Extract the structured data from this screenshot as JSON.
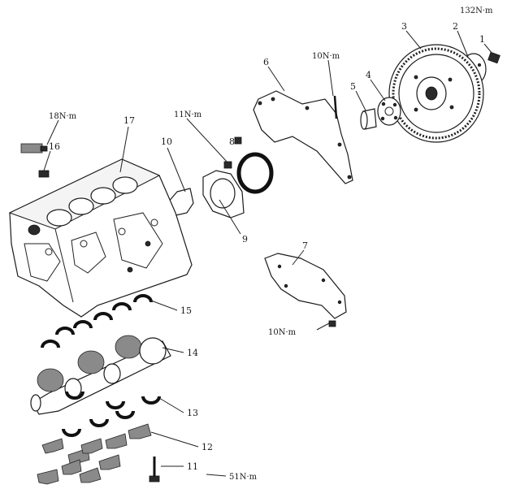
{
  "callouts": [
    {
      "id": "1",
      "text": "1"
    },
    {
      "id": "2",
      "text": "2"
    },
    {
      "id": "3",
      "text": "3"
    },
    {
      "id": "4",
      "text": "4"
    },
    {
      "id": "5",
      "text": "5"
    },
    {
      "id": "6",
      "text": "6"
    },
    {
      "id": "7",
      "text": "7"
    },
    {
      "id": "8",
      "text": "8"
    },
    {
      "id": "9",
      "text": "9"
    },
    {
      "id": "10",
      "text": "10"
    },
    {
      "id": "11",
      "text": "11"
    },
    {
      "id": "12",
      "text": "12"
    },
    {
      "id": "13",
      "text": "13"
    },
    {
      "id": "14",
      "text": "14"
    },
    {
      "id": "15",
      "text": "15"
    },
    {
      "id": "16",
      "text": "16"
    },
    {
      "id": "17",
      "text": "17"
    }
  ],
  "torque": {
    "flywheel_bolt": "132N·m",
    "plate_bolt": "10N·m",
    "seal_retainer_bolt": "11N·m",
    "sensor_bolt": "18N·m",
    "cover_bolt": "10N·m",
    "main_cap_bolt": "51N·m"
  }
}
